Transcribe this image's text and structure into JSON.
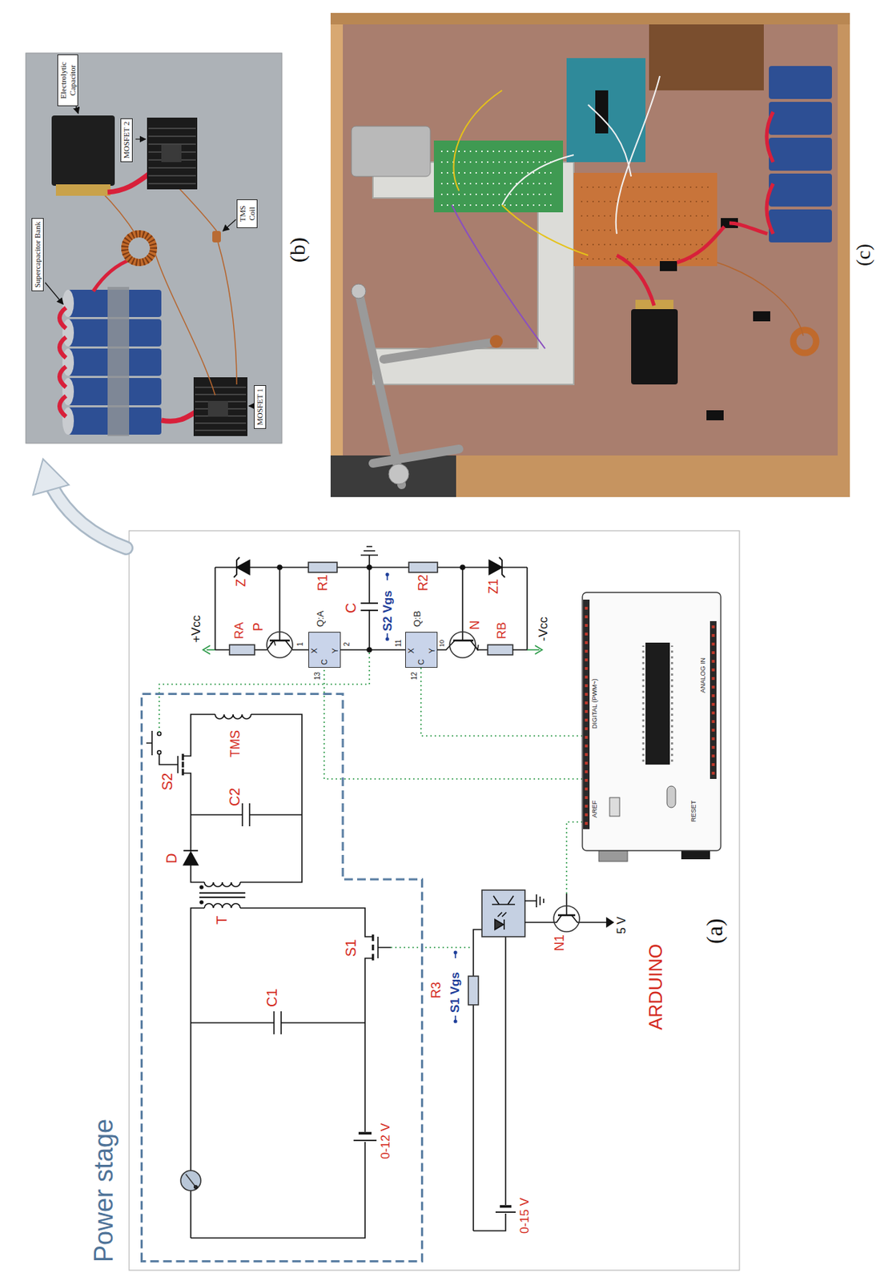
{
  "diagram": {
    "nodes": [
      {
        "text": [
          "Power stage"
        ]
      },
      {
        "text": [
          "X",
          "Y",
          "C"
        ]
      },
      {
        "text": [
          "X",
          "Y",
          "C"
        ]
      },
      {
        "text": [
          "Supercapacitor Bank"
        ]
      },
      {
        "text": [
          "Electrolytic Capacitor"
        ]
      },
      {
        "text": [
          "MOSFET 2"
        ]
      },
      {
        "text": [
          "TMS Coil"
        ]
      },
      {
        "text": [
          "MOSFET 1"
        ]
      }
    ],
    "labels": [
      "0-12 V",
      "C1",
      "T",
      "S1",
      "D",
      "C2",
      "S2",
      "TMS",
      "R3",
      "S1 Vgs",
      "0-15 V",
      "N1",
      "5 V",
      "ARDUINO",
      "AREF",
      "DIGITAL (PWM~)",
      "ANALOG IN",
      "RESET",
      "(a)",
      "+Vcc",
      "RA",
      "Z",
      "P",
      "Q:A",
      "1",
      "2",
      "13",
      "R1",
      "C",
      "S2 Vgs",
      "Q:B",
      "11",
      "10",
      "12",
      "R2",
      "N",
      "Z1",
      "RB",
      "-Vcc",
      "(b)",
      "(c)"
    ]
  }
}
